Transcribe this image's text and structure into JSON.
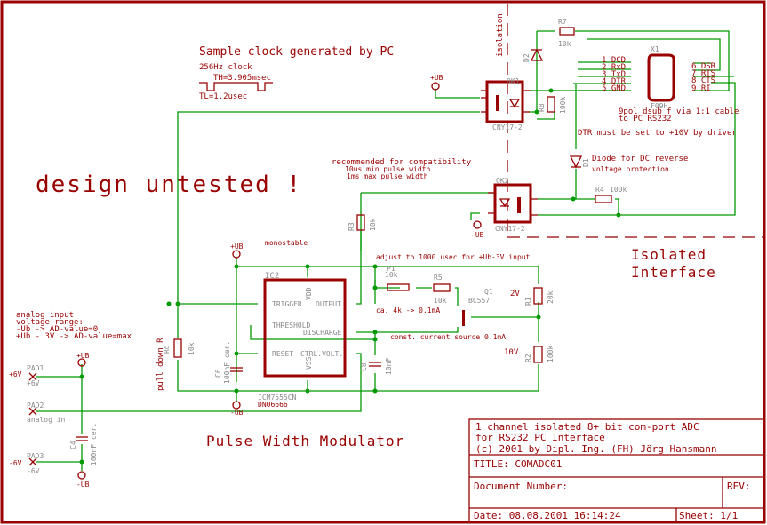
{
  "texts": {
    "sample_clock": "Sample clock generated by PC",
    "clock_freq": "256Hz clock",
    "th": "TH=3.905msec",
    "tl": "TL=1.2usec",
    "design_untested": "design untested !",
    "isolation": "isolation",
    "recommended1": "recommended for compatibility",
    "recommended2": "10us min pulse width",
    "recommended3": "1ms max pulse width",
    "monostable": "monostable",
    "adjust": "adjust to 1000 usec for +Ub-3V input",
    "ca4k": "ca. 4k -> 0.1mA",
    "const_current": "const. current source 0.1mA",
    "dtr_note": "DTR must be set to +10V by driver",
    "cable1": "9pol dsub f via 1:1 cable",
    "cable2": "to PC RS232",
    "diode_note1": "Diode for DC reverse",
    "diode_note2": "voltage protection",
    "isolated1": "Isolated",
    "isolated2": "Interface",
    "pwm": "Pulse Width Modulator",
    "analog1": "analog input",
    "analog2": "voltage range:",
    "analog3": "-Ub         -> AD-value=0",
    "analog4": "+Ub - 3V -> AD-value=max",
    "v2": "2V",
    "v10": "10V"
  },
  "components": {
    "ok1": {
      "name": "OK1",
      "value": "CNY17-2"
    },
    "ok2": {
      "name": "OK2",
      "value": "CNY17-2"
    },
    "ic2": {
      "name": "IC2",
      "value": "ICM7555CN",
      "pkg": "DN06666",
      "pins": {
        "trigger": "TRIGGER",
        "output": "OUTPUT",
        "threshold": "THRESHOLD",
        "discharge": "DISCHARGE",
        "reset": "RESET",
        "ctrl": "CTRL.VOLT.",
        "vdd": "VDD",
        "vss": "VSS"
      }
    },
    "x1": {
      "name": "X1",
      "value": "F09H"
    },
    "r7": {
      "name": "R7",
      "value": "10k"
    },
    "r8": {
      "name": "R8",
      "value": "100k"
    },
    "r4": {
      "name": "R4",
      "value": "100k"
    },
    "r3": {
      "name": "R3",
      "value": "10k"
    },
    "r5": {
      "name": "R5",
      "value": "10k"
    },
    "r1": {
      "name": "R1",
      "value": "20k"
    },
    "r2": {
      "name": "R2",
      "value": "100k"
    },
    "rd": {
      "name": "Rd",
      "value": "10k",
      "label": "pull down R"
    },
    "p1": {
      "name": "P1",
      "value": "10k"
    },
    "q1": {
      "name": "Q1",
      "value": "BC557"
    },
    "c4": {
      "name": "C4",
      "value": "100nF cer."
    },
    "c6": {
      "name": "C6",
      "value": "100nF cer."
    },
    "c8": {
      "name": "C8",
      "value": "10nF"
    },
    "d1": {
      "name": "D1"
    },
    "d2": {
      "name": "D2"
    },
    "pad1": {
      "name": "PAD1",
      "value": "+6V",
      "net": "+6V"
    },
    "pad2": {
      "name": "PAD2",
      "value": "analog in"
    },
    "pad3": {
      "name": "PAD3",
      "value": "-6V",
      "net": "-6V"
    }
  },
  "connector_pins": {
    "left": [
      "1 DCD",
      "2 RxD",
      "3 TxD",
      "4 DTR",
      "5 GND"
    ],
    "right": [
      "6 DSR",
      "7 RTS",
      "8 CTS",
      "9 RI"
    ]
  },
  "supplies": {
    "vplus": "+UB",
    "vminus": "-UB"
  },
  "title_block": {
    "desc1": "1 channel isolated 8+ bit com-port ADC",
    "desc2": "for RS232 PC Interface",
    "desc3": "(c) 2001 by Dipl. Ing. (FH) Jörg Hansmann",
    "title": "TITLE:  COMADC01",
    "doc_number": "Document Number:",
    "rev": "REV:",
    "date": "Date: 08.08.2001 16:14:24",
    "sheet": "Sheet: 1/1"
  },
  "colors": {
    "symbol": "#990000",
    "wire": "#009900",
    "label_gray": "#888888"
  }
}
